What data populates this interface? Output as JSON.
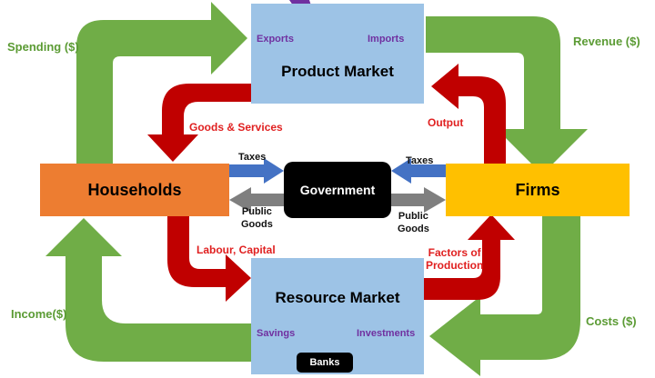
{
  "nodes": {
    "product_market": "Product Market",
    "resource_market": "Resource Market",
    "households": "Households",
    "firms": "Firms",
    "government": "Government",
    "banks": "Banks"
  },
  "flows": {
    "spending": "Spending ($)",
    "revenue": "Revenue ($)",
    "income": "Income($)",
    "costs": "Costs ($)",
    "goods_services": "Goods & Services",
    "output": "Output",
    "labour_capital": "Labour, Capital",
    "factors_line1": "Factors of",
    "factors_line2": "Production",
    "taxes_left": "Taxes",
    "taxes_right": "Taxes",
    "public_left_line1": "Public",
    "public_left_line2": "Goods",
    "public_right_line1": "Public",
    "public_right_line2": "Goods",
    "exports": "Exports",
    "imports": "Imports",
    "savings": "Savings",
    "investments": "Investments"
  },
  "colors": {
    "green_flow": "#70ad47",
    "red_flow": "#c00000",
    "blue_flow": "#4472c4",
    "grey_flow": "#7f7f7f",
    "purple_flow": "#7030a0",
    "market_box": "#9dc3e6",
    "households_box": "#ed7d31",
    "firms_box": "#ffc000",
    "government_box": "#000000"
  }
}
